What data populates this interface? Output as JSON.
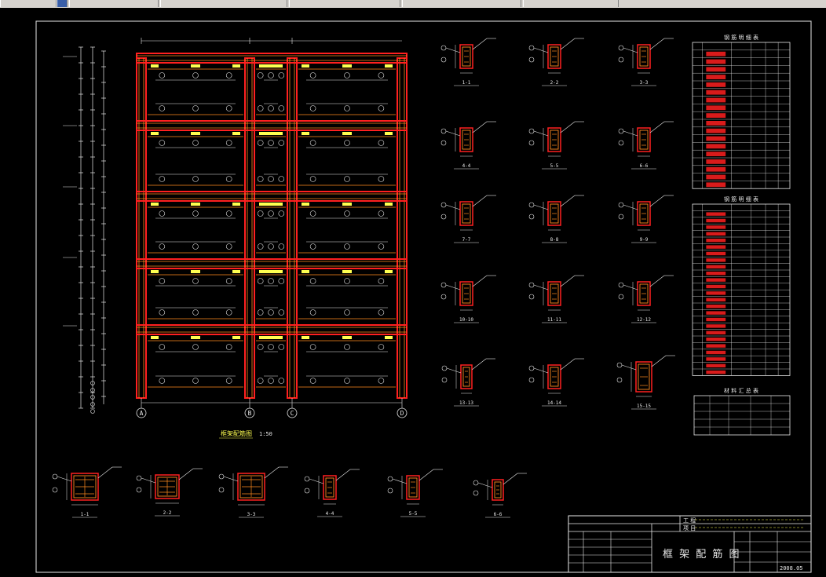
{
  "toolbar": {
    "segments": [
      "",
      "",
      "",
      "",
      "",
      "",
      ""
    ]
  },
  "drawing": {
    "elevation_title": "框架配筋图",
    "elevation_scale": "1:50",
    "axis_labels": [
      "A",
      "B",
      "C",
      "D"
    ],
    "title_block": {
      "drawing_name": "框 架 配 筋 图",
      "date": "2008.05",
      "row1_label": "工 程",
      "row2_label": "项 目"
    },
    "table1_title": "钢 筋 明 细 表",
    "table2_title": "钢 筋 明 细 表",
    "table3_title": "材 料 汇 总 表",
    "sections_right": [
      "1-1",
      "2-2",
      "3-3",
      "4-4",
      "5-5",
      "6-6",
      "7-7",
      "8-8",
      "9-9",
      "10-10",
      "11-11",
      "12-12",
      "13-13",
      "14-14",
      "15-15"
    ],
    "sections_bottom": [
      "1-1",
      "2-2",
      "3-3",
      "4-4",
      "5-5",
      "6-6"
    ]
  },
  "colors": {
    "background": "#000000",
    "frame_red": "#ff2020",
    "rebar_orange": "#ff8a1e",
    "line_white": "#e8e8e8",
    "dim_green": "#3ec83e",
    "text_yellow": "#ffff50"
  }
}
